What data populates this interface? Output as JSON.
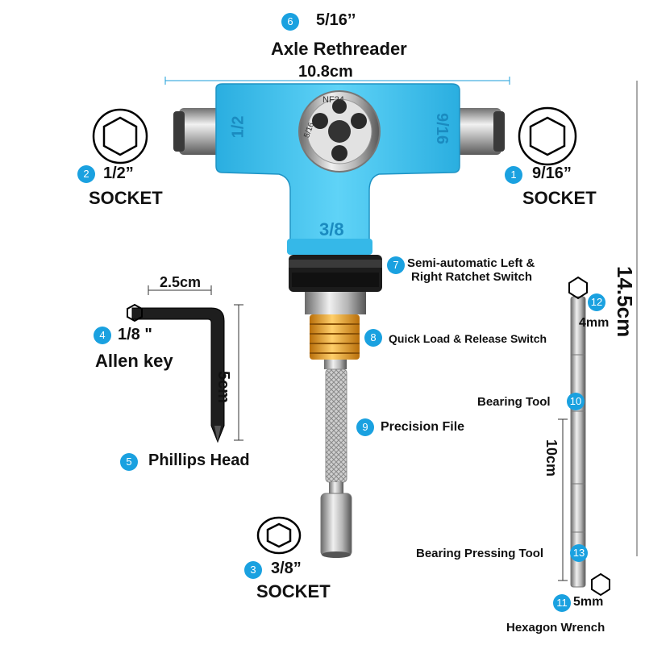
{
  "colors": {
    "tool_body": "#3cc4f0",
    "badge": "#1aa1e0",
    "gold": "#e49a1a",
    "dim_line": "#1a9ed8"
  },
  "top": {
    "num": "6",
    "size": "5/16’’",
    "name": "Axle Rethreader",
    "width": "10.8cm"
  },
  "die": {
    "top_text": "NF24",
    "left_text": "5/16"
  },
  "body_marks": {
    "left": "1/2",
    "right": "9/16",
    "stem": "3/8"
  },
  "left_socket": {
    "num": "2",
    "size": "1/2”",
    "name": "SOCKET"
  },
  "right_socket": {
    "num": "1",
    "size": "9/16”",
    "name": "SOCKET"
  },
  "ratchet": {
    "num": "7",
    "line1": "Semi-automatic Left &",
    "line2": "Right Ratchet Switch"
  },
  "quick": {
    "num": "8",
    "label": "Quick Load & Release Switch"
  },
  "file": {
    "num": "9",
    "label": "Precision File"
  },
  "bottom_socket": {
    "num": "3",
    "size": "3/8”",
    "name": "SOCKET"
  },
  "allen": {
    "num": "4",
    "size": "1/8 \"",
    "name": "Allen key",
    "width": "2.5cm",
    "height": "5cm"
  },
  "phillips": {
    "num": "5",
    "label": "Phillips Head"
  },
  "total_height": "14.5cm",
  "bit": {
    "num12": "12",
    "size12": "4mm",
    "bearing_label": "Bearing Tool",
    "num10": "10",
    "length": "10cm",
    "pressing_label": "Bearing Pressing Tool",
    "num13": "13",
    "num11": "11",
    "size11": "5mm",
    "wrench": "Hexagon Wrench"
  }
}
